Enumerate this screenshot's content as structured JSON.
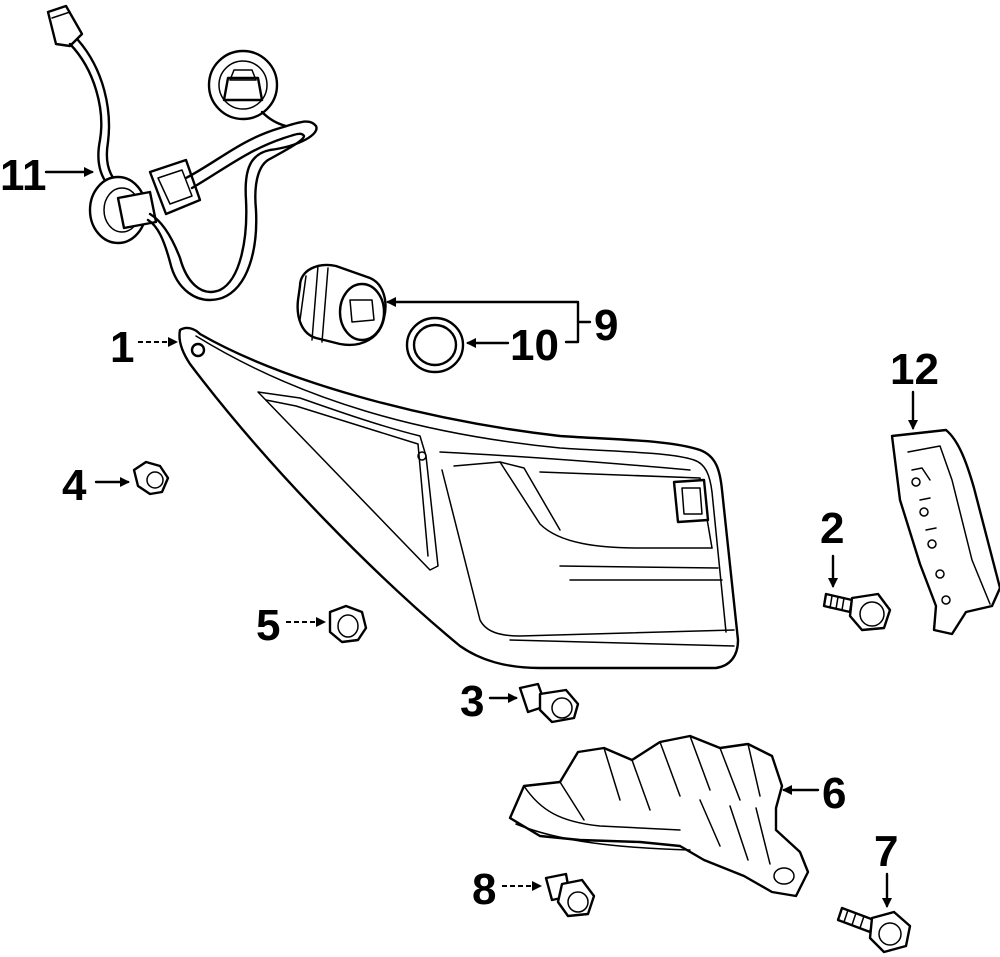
{
  "callouts": [
    {
      "id": "1",
      "label": "1",
      "part": "tail-lamp-assembly"
    },
    {
      "id": "2",
      "label": "2",
      "part": "bolt"
    },
    {
      "id": "3",
      "label": "3",
      "part": "bolt"
    },
    {
      "id": "4",
      "label": "4",
      "part": "clip"
    },
    {
      "id": "5",
      "label": "5",
      "part": "nut"
    },
    {
      "id": "6",
      "label": "6",
      "part": "bracket"
    },
    {
      "id": "7",
      "label": "7",
      "part": "bolt"
    },
    {
      "id": "8",
      "label": "8",
      "part": "bolt"
    },
    {
      "id": "9",
      "label": "9",
      "part": "bulb-socket-group"
    },
    {
      "id": "10",
      "label": "10",
      "part": "gasket"
    },
    {
      "id": "11",
      "label": "11",
      "part": "wire-harness"
    },
    {
      "id": "12",
      "label": "12",
      "part": "bracket"
    }
  ]
}
